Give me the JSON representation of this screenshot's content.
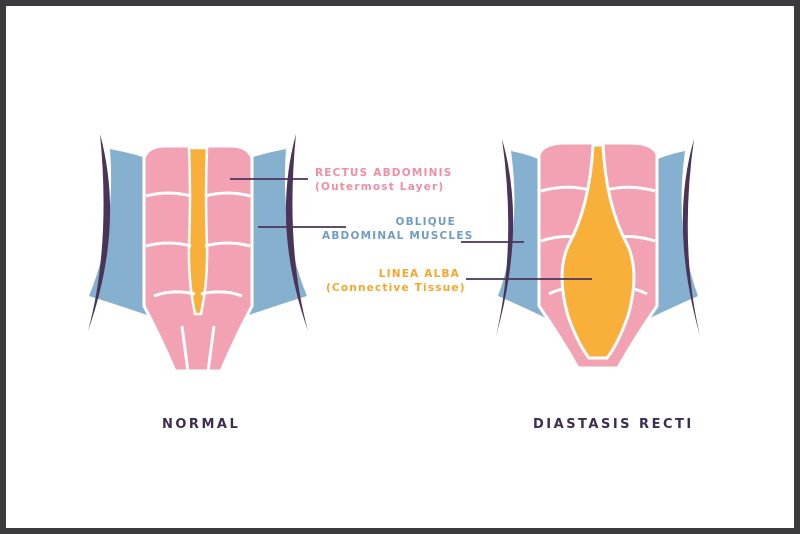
{
  "labels": {
    "rectus_line1": "RECTUS ABDOMINIS",
    "rectus_line2": "(Outermost Layer)",
    "oblique_line1": "OBLIQUE",
    "oblique_line2": "ABDOMINAL MUSCLES",
    "linea_line1": "LINEA ALBA",
    "linea_line2": "(Connective Tissue)"
  },
  "captions": {
    "normal": "NORMAL",
    "diastasis": "DIASTASIS RECTI"
  },
  "colors": {
    "background": "#ffffff",
    "border": "#3b3b3d",
    "rectus": "#f2a2b2",
    "oblique": "#86b0cf",
    "linea_alba": "#f8b03a",
    "outline": "#4a3558",
    "rectus_label": "#ee8ea3",
    "oblique_label": "#6f9cc4",
    "linea_label": "#f4a62a",
    "caption": "#3e2d52"
  }
}
